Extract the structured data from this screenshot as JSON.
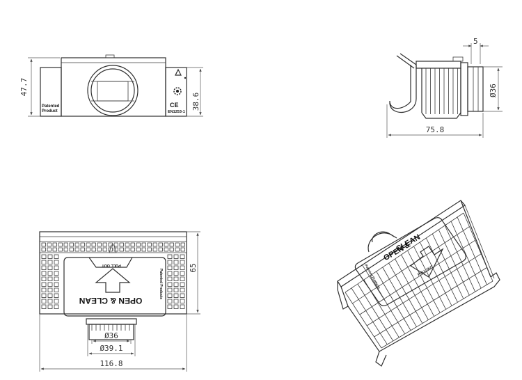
{
  "front_view": {
    "dim_height": "47.7",
    "dim_body_height": "38.6",
    "label_patented": "Patented",
    "label_product": "Product",
    "mark_ce": "CE",
    "mark_code": "EN1253-1"
  },
  "side_view": {
    "dim_flange": "5",
    "dim_diameter": "Ø36",
    "dim_length": "75.8"
  },
  "top_view": {
    "cover_text": "OPEN & CLEAN",
    "pull_text": "PULL OUT",
    "patent_text": "Patented Products",
    "dim_height": "65",
    "dim_diameter_inner": "Ø36",
    "dim_diameter_outer": "Ø39.1",
    "dim_width": "116.8"
  },
  "iso_view": {
    "cover_text_line1": "OPEN &",
    "cover_text_line2": "CLEAN",
    "pull_text": "PULL OUT",
    "patent_text": "Patented Products"
  }
}
